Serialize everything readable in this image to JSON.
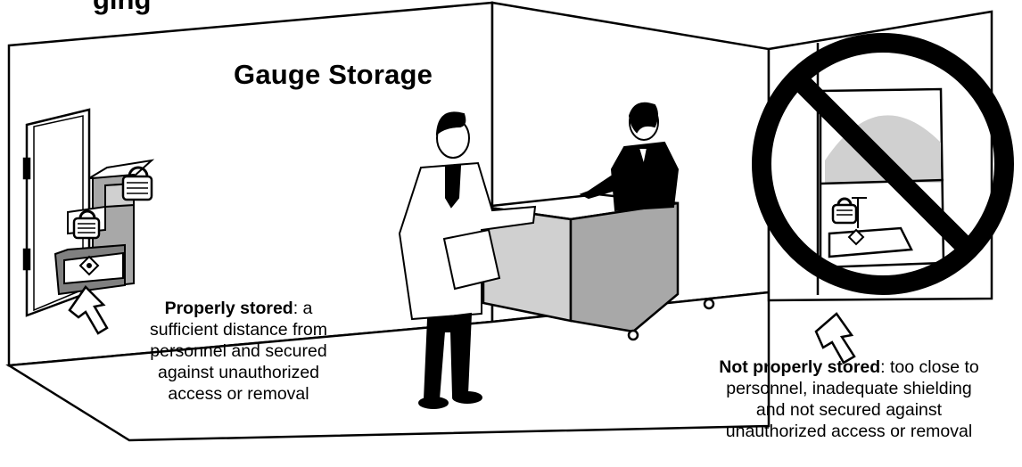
{
  "header": {
    "partial_text": "ging",
    "title": "Gauge Storage"
  },
  "captions": {
    "left": {
      "bold": "Properly stored",
      "rest_line1": ": a",
      "line2": "sufficient distance from",
      "line3": "personnel and secured",
      "line4": "against unauthorized",
      "line5": "access or removal"
    },
    "right": {
      "bold": "Not properly stored",
      "rest_line1": ": too close to",
      "line2": "personnel, inadequate shielding",
      "line3": "and not secured against",
      "line4": "unauthorized access or removal"
    }
  },
  "colors": {
    "line": "#000000",
    "gray_light": "#d0d0d0",
    "gray_mid": "#a8a8a8",
    "gray_dark": "#808080",
    "prohibition": "#000000"
  },
  "icons": [
    "prohibition-sign",
    "arrow-up-icon",
    "padlock-icon",
    "radiation-diamond-icon"
  ]
}
